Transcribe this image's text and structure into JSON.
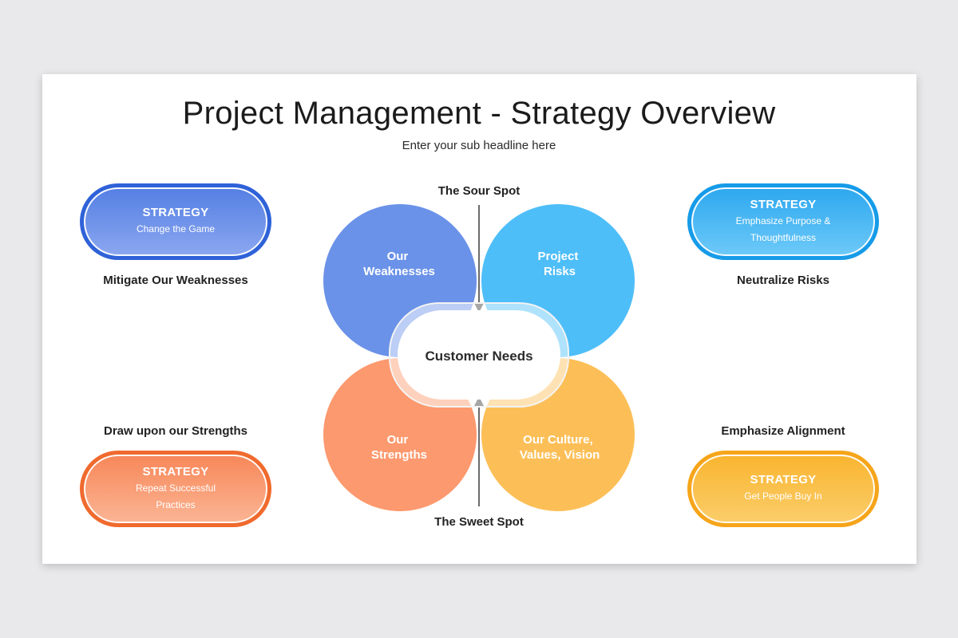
{
  "title": "Project Management - Strategy Overview",
  "subtitle": "Enter your sub headline here",
  "venn": {
    "top_label": "The Sour Spot",
    "bottom_label": "The Sweet Spot",
    "center": "Customer Needs",
    "circles": [
      {
        "line1": "Our",
        "line2": "Weaknesses",
        "color": "#5a86e6"
      },
      {
        "line1": "Project",
        "line2": "Risks",
        "color": "#2fb3f8"
      },
      {
        "line1": "Our",
        "line2": "Strengths",
        "color": "#fd8e5e"
      },
      {
        "line1": "Our Culture,",
        "line2": "Values, Vision",
        "color": "#fbb43a"
      }
    ]
  },
  "strategies": [
    {
      "heading": "STRATEGY",
      "body": "Change the Game",
      "caption": "Mitigate Our Weaknesses"
    },
    {
      "heading": "STRATEGY",
      "body": "Emphasize Purpose & Thoughtfulness",
      "caption": "Neutralize Risks"
    },
    {
      "heading": "STRATEGY",
      "body": "Repeat Successful Practices",
      "caption": "Draw upon our Strengths"
    },
    {
      "heading": "STRATEGY",
      "body": "Get People Buy In",
      "caption": "Emphasize Alignment"
    }
  ],
  "colors": {
    "blue": "#2f62d8",
    "sky": "#169be8",
    "orange": "#f06a2e",
    "gold": "#f6a51a"
  }
}
